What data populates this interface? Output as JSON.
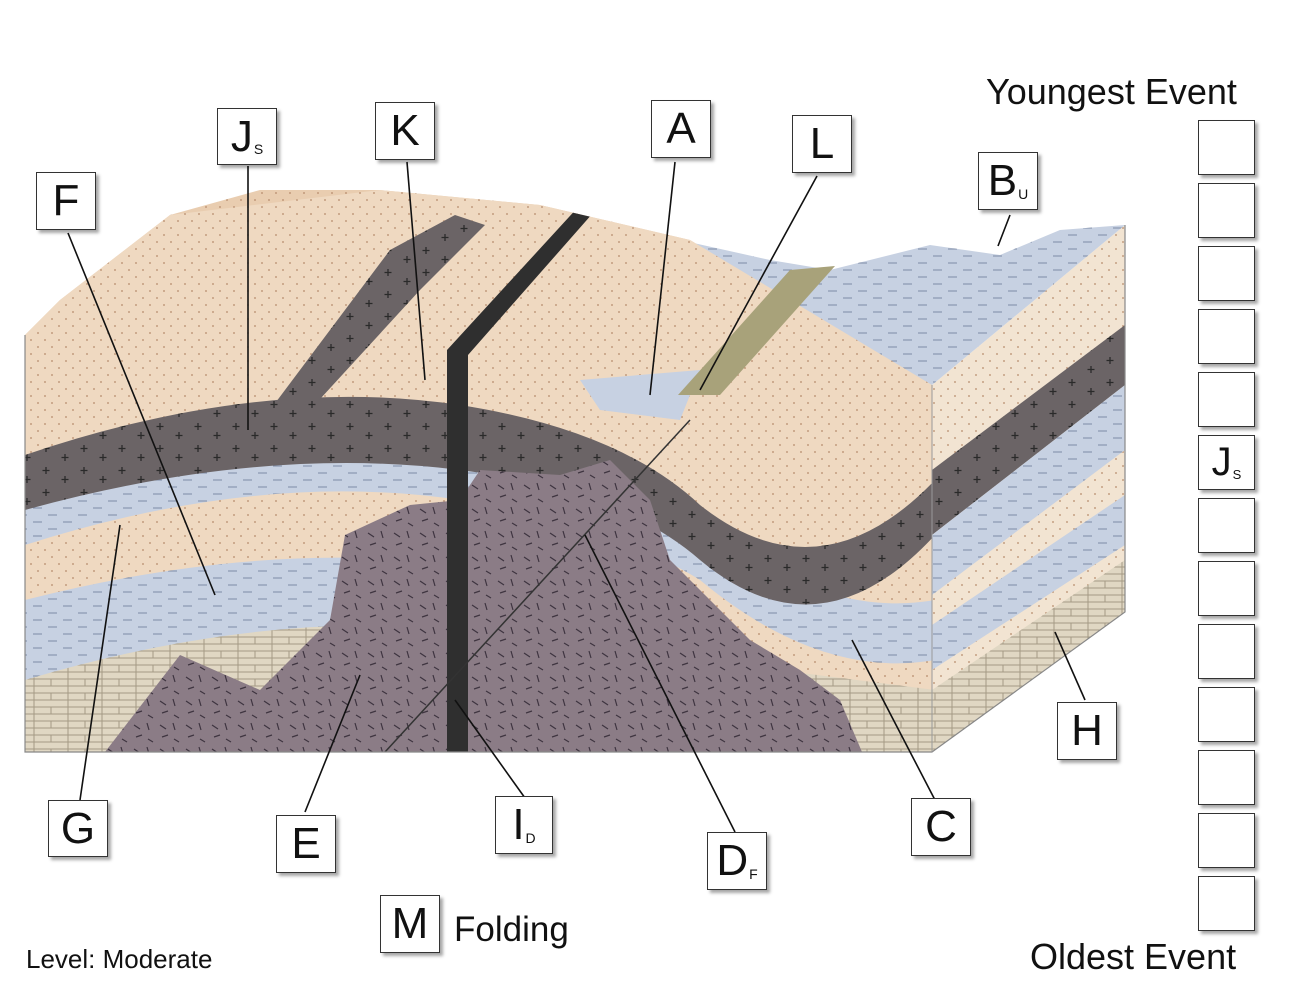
{
  "headers": {
    "youngest": "Youngest Event",
    "oldest": "Oldest Event"
  },
  "level": "Level: Moderate",
  "labels": {
    "J": {
      "main": "J",
      "sub": "S"
    },
    "K": {
      "main": "K"
    },
    "F": {
      "main": "F"
    },
    "A": {
      "main": "A"
    },
    "L": {
      "main": "L"
    },
    "B": {
      "main": "B",
      "sub": "U"
    },
    "G": {
      "main": "G"
    },
    "E": {
      "main": "E"
    },
    "I": {
      "main": "I",
      "sub": "D"
    },
    "D": {
      "main": "D",
      "sub": "F"
    },
    "C": {
      "main": "C"
    },
    "H": {
      "main": "H"
    },
    "M": {
      "main": "M",
      "caption": "Folding"
    }
  },
  "sequence_slots": [
    {
      "main": "",
      "sub": ""
    },
    {
      "main": "",
      "sub": ""
    },
    {
      "main": "",
      "sub": ""
    },
    {
      "main": "",
      "sub": ""
    },
    {
      "main": "",
      "sub": ""
    },
    {
      "main": "J",
      "sub": "S"
    },
    {
      "main": "",
      "sub": ""
    },
    {
      "main": "",
      "sub": ""
    },
    {
      "main": "",
      "sub": ""
    },
    {
      "main": "",
      "sub": ""
    },
    {
      "main": "",
      "sub": ""
    },
    {
      "main": "",
      "sub": ""
    },
    {
      "main": "",
      "sub": ""
    }
  ],
  "colors": {
    "sandstone": "#efd9c1",
    "sandstone_top": "#e9cdb0",
    "shale": "#c7d1e2",
    "basalt": "#6b6466",
    "limestone": "#e0d7c3",
    "intrusion": "#8b7c86",
    "dike": "#2f2f2f",
    "sill_tan": "#a8a27a"
  }
}
